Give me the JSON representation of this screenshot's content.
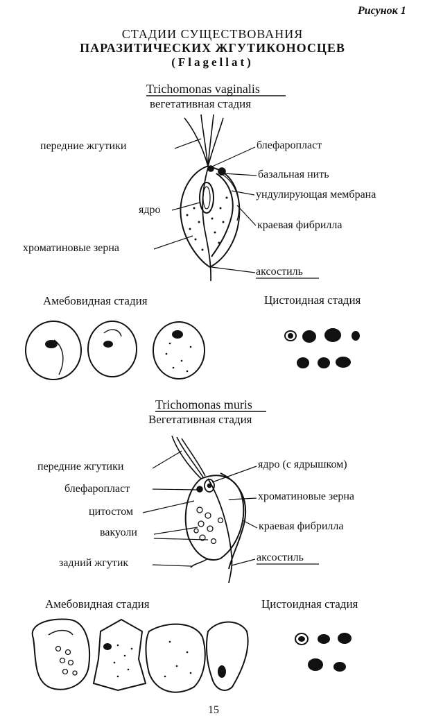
{
  "figure_label": "Рисунок 1",
  "title": {
    "line1": "СТАДИИ СУЩЕСТВОВАНИЯ",
    "line2": "ПАРАЗИТИЧЕСКИХ ЖГУТИКОНОСЦЕВ",
    "line3": "(Flagellat)"
  },
  "section1": {
    "species": "Trichomonas vaginalis",
    "stage": "вегетативная стадия",
    "labels": {
      "anterior_flagella": "передние жгутики",
      "blepharoplast": "блефаропласт",
      "basal_thread": "базальная нить",
      "undulating_membrane": "ундулирующая мембрана",
      "nucleus": "ядро",
      "marginal_fibril": "краевая фибрилла",
      "chromatin_grains": "хроматиновые зерна",
      "axostyle": "аксостиль"
    },
    "amoeboid_stage": "Амебовидная стадия",
    "cystoid_stage": "Цистоидная стадия"
  },
  "section2": {
    "species": "Trichomonas muris",
    "stage": "Вегетативная стадия",
    "labels": {
      "anterior_flagella": "передние жгутики",
      "nucleus_nucleolus": "ядро (с ядрышком)",
      "blepharoplast": "блефаропласт",
      "chromatin_grains": "хроматиновые зерна",
      "cytostome": "цитостом",
      "marginal_fibril": "краевая фибрилла",
      "vacuoles": "вакуоли",
      "posterior_flagellum": "задний жгутик",
      "axostyle": "аксостиль"
    },
    "amoeboid_stage": "Амебовидная стадия",
    "cystoid_stage": "Цистоидная стадия"
  },
  "page_number": "15",
  "colors": {
    "ink": "#111111",
    "paper": "#ffffff"
  }
}
